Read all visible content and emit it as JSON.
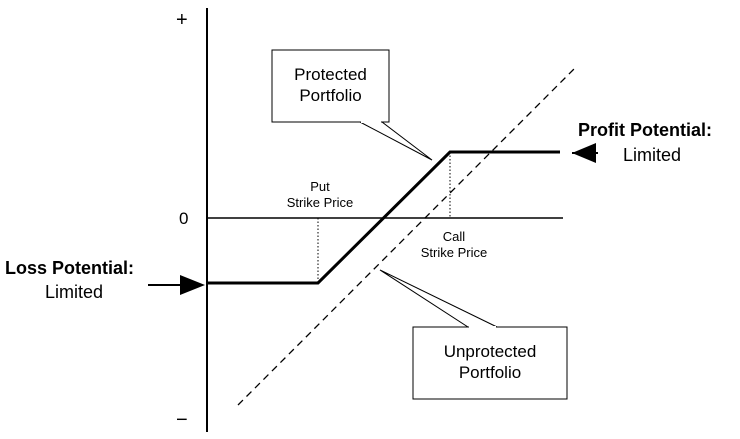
{
  "axis": {
    "plus_sign": "+",
    "minus_sign": "−",
    "zero_label": "0"
  },
  "put_strike": {
    "line1": "Put",
    "line2": "Strike Price"
  },
  "call_strike": {
    "line1": "Call",
    "line2": "Strike Price"
  },
  "protected_box": {
    "line1": "Protected",
    "line2": "Portfolio"
  },
  "unprotected_box": {
    "line1": "Unprotected",
    "line2": "Portfolio"
  },
  "profit": {
    "title": "Profit Potential:",
    "value": "Limited"
  },
  "loss": {
    "title": "Loss Potential:",
    "value": "Limited"
  },
  "colors": {
    "line": "#000000",
    "background": "#ffffff"
  }
}
